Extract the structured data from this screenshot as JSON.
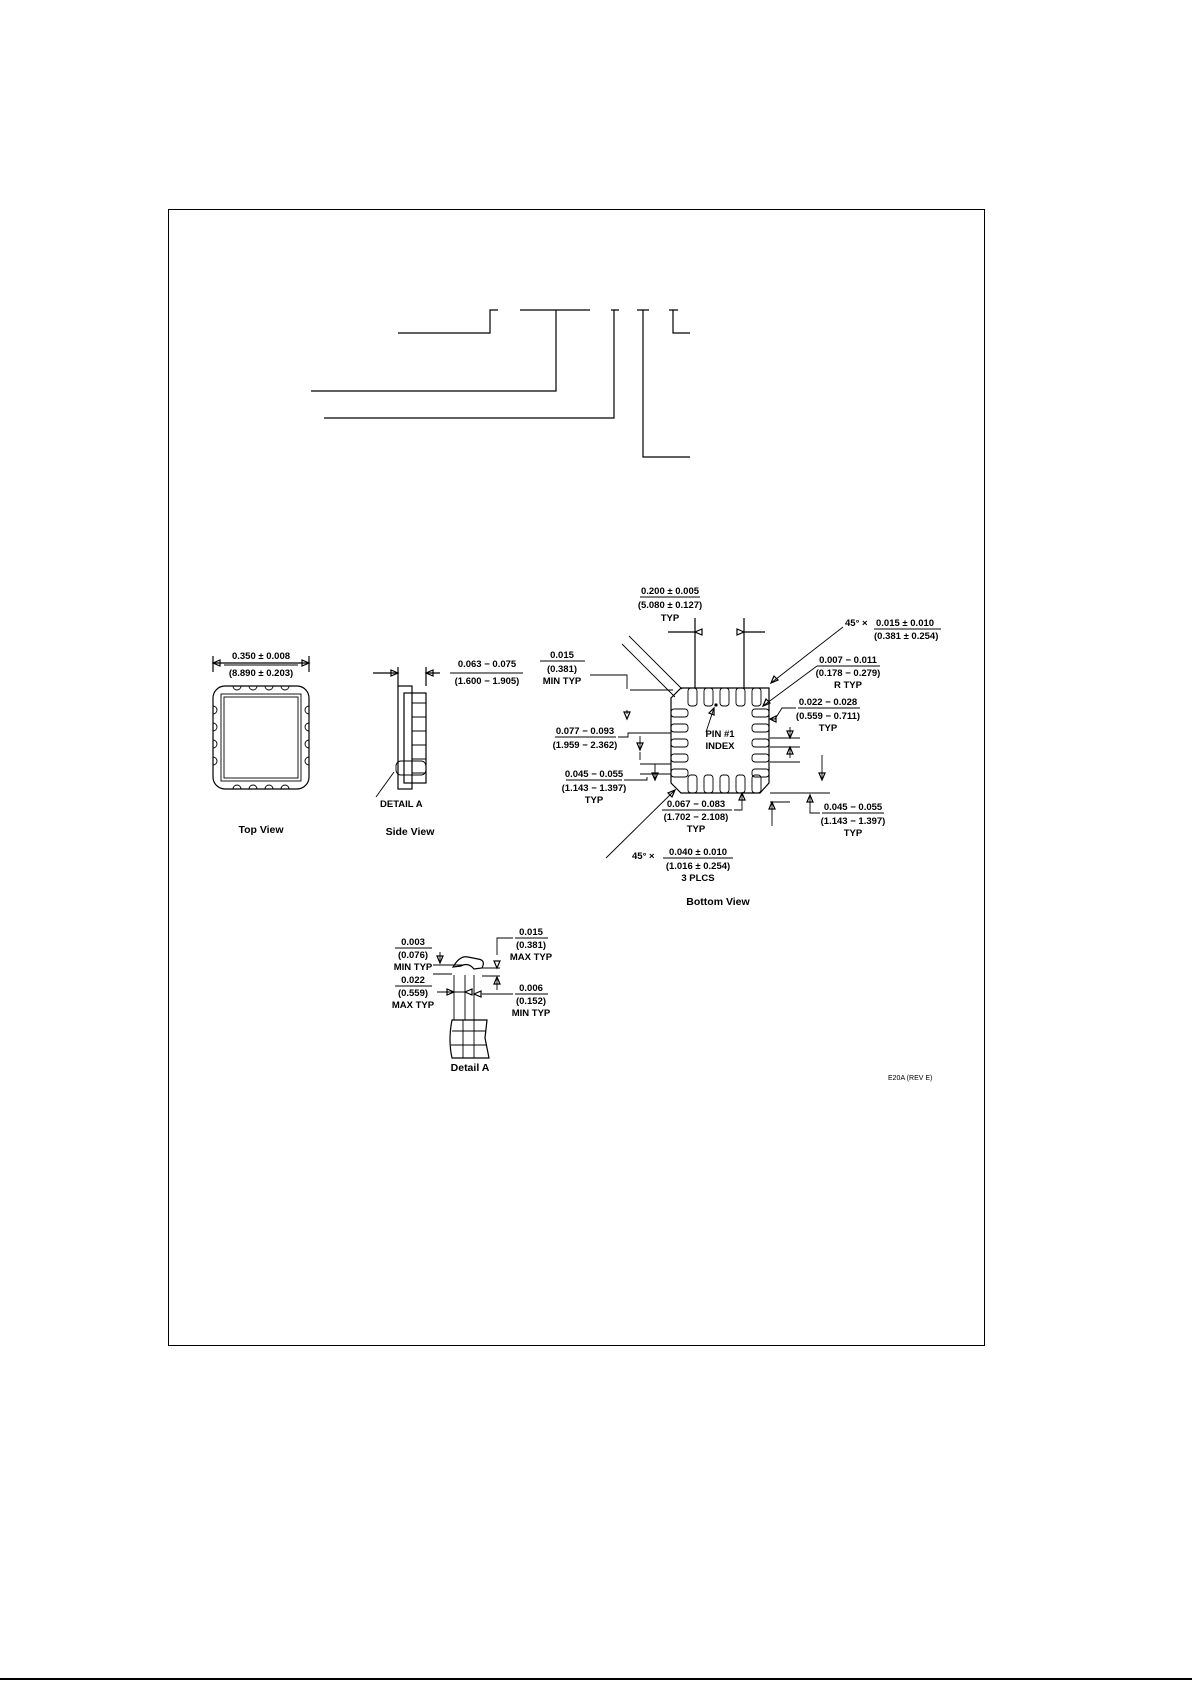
{
  "top_view": {
    "width_in": "0.350 ± 0.008",
    "width_mm": "(8.890 ± 0.203)",
    "label": "Top View"
  },
  "side_view": {
    "height_in": "0.063 − 0.075",
    "height_mm": "(1.600 − 1.905)",
    "detail_callout": "DETAIL A",
    "label": "Side View"
  },
  "bottom_view": {
    "label": "Bottom View",
    "pitch": {
      "in": "0.200 ± 0.005",
      "mm": "(5.080 ± 0.127)",
      "note": "TYP"
    },
    "chamfer_top": {
      "prefix": "45° ×",
      "in": "0.015 ± 0.010",
      "mm": "(0.381 ± 0.254)"
    },
    "edge_gap": {
      "in": "0.015",
      "mm": "(0.381)",
      "note": "MIN TYP"
    },
    "corner_radius": {
      "in": "0.007 − 0.011",
      "mm": "(0.178 − 0.279)",
      "note": "R TYP"
    },
    "pad_width_right": {
      "in": "0.022 − 0.028",
      "mm": "(0.559 − 0.711)",
      "note": "TYP"
    },
    "pad_length_left": {
      "in": "0.077 − 0.093",
      "mm": "(1.959 − 2.362)"
    },
    "pin_index": {
      "line1": "PIN #1",
      "line2": "INDEX"
    },
    "pad_pitch_left": {
      "in": "0.045 − 0.055",
      "mm": "(1.143 − 1.397)",
      "note": "TYP"
    },
    "pad_length_bottom": {
      "in": "0.067 − 0.083",
      "mm": "(1.702 − 2.108)",
      "note": "TYP"
    },
    "pad_pitch_right": {
      "in": "0.045 − 0.055",
      "mm": "(1.143 − 1.397)",
      "note": "TYP"
    },
    "chamfer_corner": {
      "prefix": "45° ×",
      "in": "0.040 ± 0.010",
      "mm": "(1.016 ± 0.254)",
      "note": "3 PLCS"
    }
  },
  "detail_a": {
    "label": "Detail A",
    "gap_top": {
      "in": "0.003",
      "mm": "(0.076)",
      "note": "MIN TYP"
    },
    "thick": {
      "in": "0.015",
      "mm": "(0.381)",
      "note": "MAX TYP"
    },
    "width": {
      "in": "0.022",
      "mm": "(0.559)",
      "note": "MAX TYP"
    },
    "gap_side": {
      "in": "0.006",
      "mm": "(0.152)",
      "note": "MIN TYP"
    }
  },
  "drawing_number": "E20A (REV E)"
}
